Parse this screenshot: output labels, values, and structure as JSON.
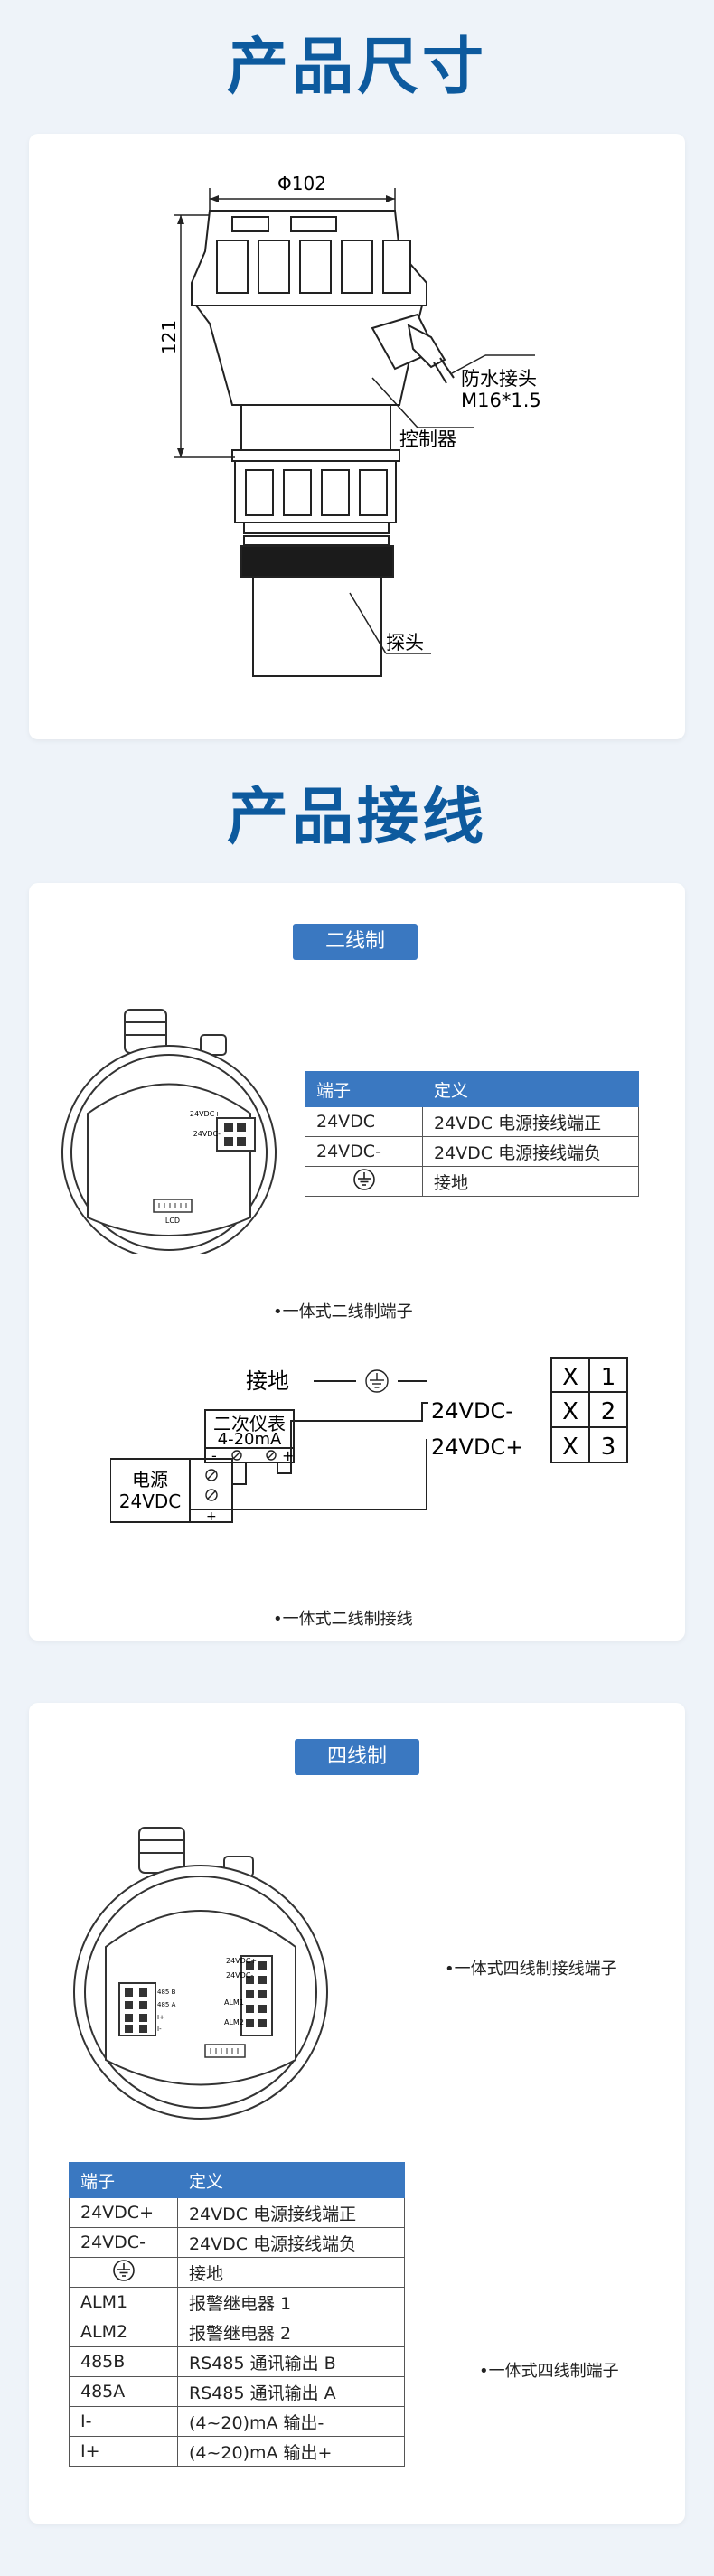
{
  "dims": {
    "title": "产品尺寸",
    "width_label": "Φ102",
    "height_label": "121",
    "callouts": [
      "防水接头",
      "M16*1.5",
      "控制器",
      "探头"
    ]
  },
  "wiring": {
    "title": "产品接线"
  },
  "two_wire": {
    "pill": "二线制",
    "mini_labels": [
      "24VDC+",
      "24VDC-",
      "LCD"
    ],
    "table": {
      "headers": [
        "端子",
        "定义"
      ],
      "rows": [
        [
          "24VDC",
          "24VDC 电源接线端正"
        ],
        [
          "24VDC-",
          "24VDC 电源接线端负"
        ],
        [
          "ground-icon",
          "接地"
        ]
      ]
    },
    "caption1": "•一体式二线制端子",
    "diagram": {
      "ground_label": "接地",
      "instrument_l1": "二次仪表",
      "instrument_l2": "4-20mA",
      "minus": "-",
      "plus": "+",
      "power_l1": "电源",
      "power_l2": "24VDC",
      "line1": "24VDC-",
      "line2": "24VDC+",
      "x_marks": [
        "X",
        "X",
        "X"
      ],
      "nums": [
        "1",
        "2",
        "3"
      ]
    },
    "caption2": "•一体式二线制接线"
  },
  "four_wire": {
    "pill": "四线制",
    "mini_labels": [
      "24VDC+",
      "24VDC-",
      "485 B",
      "485 A",
      "ALM1",
      "ALM2",
      "I+",
      "I-"
    ],
    "caption1": "•一体式四线制接线端子",
    "table": {
      "headers": [
        "端子",
        "定义"
      ],
      "rows": [
        [
          "24VDC+",
          "24VDC 电源接线端正"
        ],
        [
          "24VDC-",
          "24VDC 电源接线端负"
        ],
        [
          "ground-icon",
          "接地"
        ],
        [
          "ALM1",
          "报警继电器 1"
        ],
        [
          "ALM2",
          "报警继电器 2"
        ],
        [
          "485B",
          "RS485 通讯输出 B"
        ],
        [
          "485A",
          "RS485 通讯输出 A"
        ],
        [
          "I-",
          "(4~20)mA 输出-"
        ],
        [
          "I+",
          "(4~20)mA 输出+"
        ]
      ]
    },
    "caption2": "•一体式四线制端子"
  },
  "colors": {
    "title": "#0d5a9e",
    "accent": "#3a78c1",
    "bg": "#eef3f9"
  }
}
